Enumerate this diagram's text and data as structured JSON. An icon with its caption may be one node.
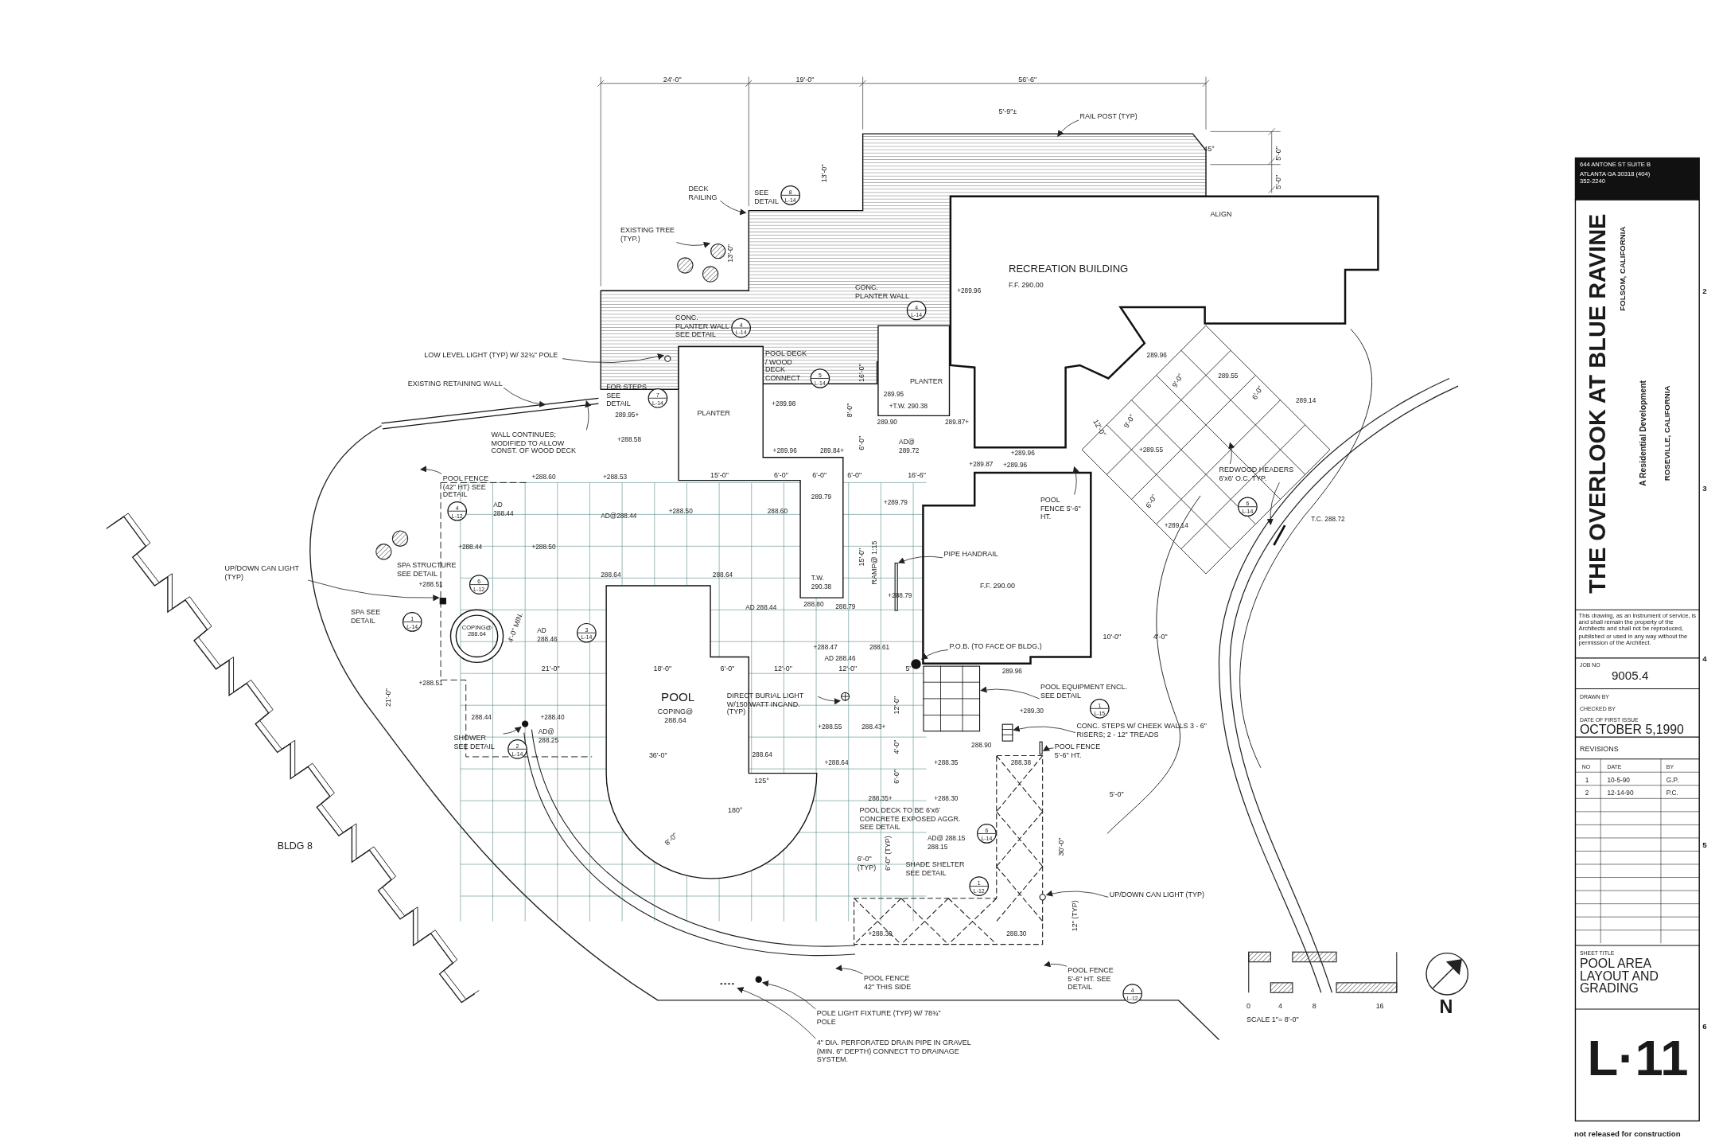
{
  "diagram": {
    "title": "THE OVERLOOK AT BLUE RAVINE",
    "nodes": [
      {
        "text": [
          "RECREATION BUILDING",
          "F.F. 290.00"
        ]
      },
      {
        "text": [
          "F.F. 290.00"
        ]
      },
      {
        "text": [
          "PLANTER"
        ]
      },
      {
        "text": [
          "PLANTER"
        ]
      },
      {
        "text": [
          "POOL",
          "COPING@ 288.64"
        ]
      },
      {
        "text": [
          "COPING@ 288.64"
        ]
      },
      {
        "text": [
          "8",
          "L-14"
        ]
      },
      {
        "text": [
          "4",
          "L-14"
        ],
        "in": 54
      },
      {
        "text": [
          "4",
          "L-14"
        ],
        "in": 54
      },
      {
        "text": [
          "5",
          "L-14"
        ],
        "in": 54
      },
      {
        "text": [
          "7",
          "L-14"
        ]
      },
      {
        "text": [
          "4",
          "L-12"
        ]
      },
      {
        "text": [
          "6",
          "L-12"
        ]
      },
      {
        "text": [
          "1",
          "L-14"
        ]
      },
      {
        "text": [
          "3",
          "L-14"
        ]
      },
      {
        "text": [
          "2",
          "L-14"
        ]
      },
      {
        "text": [
          "6",
          "L-14"
        ]
      },
      {
        "text": [
          "1",
          "L-12"
        ]
      },
      {
        "text": [
          "1",
          "L-15"
        ]
      },
      {
        "text": [
          "6",
          "L-14"
        ]
      },
      {
        "text": [
          "4",
          "L-12"
        ]
      },
      {
        "text": [
          "DECK RAILING"
        ]
      },
      {
        "text": [
          "EXISTING TREE (TYP.)"
        ]
      },
      {
        "text": [
          "RAIL POST (TYP)"
        ]
      },
      {
        "text": [
          "LOW LEVEL LIGHT (TYP) W/ 32¾\" POLE"
        ]
      },
      {
        "text": [
          "EXISTING RETAINING WALL"
        ]
      },
      {
        "text": [
          "WALL CONTINUES; MODIFIED TO ALLOW CONST. OF WOOD DECK"
        ]
      },
      {
        "text": [
          "POOL FENCE (42\" HT) SEE DETAIL"
        ]
      },
      {
        "text": [
          "UP/DOWN CAN LIGHT (TYP)"
        ]
      },
      {
        "text": [
          "DIRECT BURIAL LIGHT W/150 WATT INCAND. (TYP)"
        ]
      },
      {
        "text": [
          "SHOWER SEE DETAIL"
        ]
      },
      {
        "text": [
          "PIPE HANDRAIL"
        ],
        "in": 1
      },
      {
        "text": [
          "POOL FENCE 5'-6\" HT."
        ],
        "in": 1
      },
      {
        "text": [
          "P.O.B. (TO FACE OF BLDG.)"
        ],
        "in": 1
      },
      {
        "text": [
          "POOL EQUIPMENT ENCL. SEE DETAIL"
        ]
      },
      {
        "text": [
          "CONC. STEPS W/ CHEEK WALLS 3 - 6\" RISERS; 2 - 12\" TREADS"
        ]
      },
      {
        "text": [
          "POOL FENCE 5'-6\" HT."
        ]
      },
      {
        "text": [
          "UP/DOWN CAN LIGHT (TYP)"
        ]
      },
      {
        "text": [
          "POOL FENCE 42\" THIS SIDE"
        ]
      },
      {
        "text": [
          "POOL FENCE 5'-6\" HT. SEE DETAIL"
        ]
      },
      {
        "text": [
          "POLE LIGHT FIXTURE (TYP) W/ 78¾\" POLE"
        ]
      },
      {
        "text": [
          "4\" DIA. PERFORATED DRAIN PIPE IN GRAVEL (MIN. 6\" DEPTH) CONNECT TO DRAINAGE SYSTEM."
        ]
      },
      {
        "text": [
          "REDWOOD HEADERS 6'x6' O.C. TYP."
        ]
      },
      {
        "text": [],
        "shape": "circle"
      },
      {
        "text": [],
        "shape": "circle",
        "in": 54
      },
      {
        "text": [],
        "shape": "box"
      },
      {
        "text": [],
        "shape": "circle"
      },
      {
        "text": [],
        "shape": "circle"
      },
      {
        "text": [],
        "shape": "bar"
      },
      {
        "text": [],
        "shape": "circle"
      },
      {
        "text": [],
        "shape": "box"
      },
      {
        "text": [],
        "shape": "box"
      },
      {
        "text": [],
        "shape": "circle"
      },
      {
        "text": [],
        "shape": "circle"
      },
      {
        "text": [],
        "shape": "box"
      },
      {
        "text": [],
        "shape": "bar"
      },
      {
        "text": [],
        "shape": "bar"
      },
      {
        "text": [],
        "shape": "bar"
      },
      {
        "text": [],
        "shape": "bar"
      }
    ],
    "edges": [
      {
        "from": 21,
        "to": 54,
        "arrow": "to"
      },
      {
        "from": 22,
        "to": 43,
        "arrow": "to"
      },
      {
        "from": 23,
        "to": 54,
        "arrow": "to"
      },
      {
        "from": 24,
        "to": 44,
        "arrow": "to"
      },
      {
        "from": 25,
        "to": 55,
        "arrow": "to"
      },
      {
        "from": 26,
        "to": 55,
        "arrow": "to"
      },
      {
        "from": 27,
        "to": null,
        "arrow": "to"
      },
      {
        "from": 28,
        "to": 45,
        "arrow": "to"
      },
      {
        "from": 29,
        "to": 46,
        "arrow": "to"
      },
      {
        "from": 30,
        "to": 47,
        "arrow": "to"
      },
      {
        "from": 31,
        "to": 48,
        "arrow": "to"
      },
      {
        "from": 32,
        "to": null,
        "arrow": "to"
      },
      {
        "from": 33,
        "to": 49,
        "arrow": "to"
      },
      {
        "from": 34,
        "to": 50,
        "arrow": "to"
      },
      {
        "from": 35,
        "to": 51,
        "arrow": "to"
      },
      {
        "from": 36,
        "to": 56,
        "arrow": "to"
      },
      {
        "from": 37,
        "to": 52,
        "arrow": "to"
      },
      {
        "from": 38,
        "to": null,
        "arrow": "to"
      },
      {
        "from": 39,
        "to": null,
        "arrow": "to"
      },
      {
        "from": 40,
        "to": 53,
        "arrow": "to"
      },
      {
        "from": 41,
        "to": 57,
        "arrow": "to"
      },
      {
        "from": 42,
        "to": null,
        "arrow": "to"
      },
      {
        "from": 42,
        "to": 58,
        "arrow": "to"
      }
    ],
    "labels": [
      "24'-0\"",
      "19'-0\"",
      "56'-6\"",
      "5'-9\"±",
      "45°",
      "5'-0\"",
      "5'-0\"",
      "SEE DETAIL",
      "13'-0\"",
      "13'-0\"",
      "ALIGN",
      "+289.96",
      "CONC. PLANTER WALL",
      "CONC. PLANTER WALL SEE DETAIL",
      "POOL DECK / WOOD DECK CONNECT",
      "FOR STEPS SEE DETAIL",
      "16'-0\"",
      "289.95",
      "+T.W. 290.38",
      "289.95+",
      "+289.98",
      "8'-0\"",
      "289.90",
      "289.87+",
      "AD@ 289.72",
      "+288.58",
      "6'-0\"",
      "+289.96",
      "289.84+",
      "+289.87",
      "+289.96",
      "+289.96",
      "+288.60",
      "+288.53",
      "15'-0\"",
      "6'-0\"",
      "6'-0\"",
      "6'-0\"",
      "16'-6\"",
      "AD 288.44",
      "AD@288.44",
      "+288.50",
      "288.60",
      "289.79",
      "+289.79",
      "+288.44",
      "+288.50",
      "15'-0\"",
      "RAMP@ 1:15",
      "T.W. 290.38",
      "288.80",
      "288.79",
      "+288.79",
      "SPA STRUCTURE SEE DETAIL",
      "+288.51",
      "288.64",
      "288.64",
      "AD 288.44",
      "SPA SEE DETAIL",
      "4'-0\" MIN.",
      "AD 288.46",
      "+288.47",
      "288.61",
      "AD 288.46",
      "+288.51",
      "21'-0\"",
      "18'-0\"",
      "6'-0\"",
      "12'-0\"",
      "12'-0\"",
      "5'",
      "21'-0\"",
      "288.44",
      "+288.40",
      "AD@ 288.25",
      "+288.55",
      "288.43+",
      "12'-0\"",
      "36'-0\"",
      "288.64",
      "+288.64",
      "+288.35",
      "288.38",
      "4'-0\"",
      "125°",
      "6'-0\"",
      "288.35+",
      "+288.30",
      "180°",
      "POOL DECK TO BE 6'x6' CONCRETE EXPOSED AGGR. SEE DETAIL",
      "8'-0\"",
      "AD@ 288.15 288.15",
      "5'-0\"",
      "30'-0\"",
      "6'-0\" (TYP)",
      "6'-0\" (TYP)",
      "SHADE SHELTER SEE DETAIL",
      "+288.30",
      "288.30",
      "12\" (TYP)",
      "289.96",
      "9'-0\"",
      "289.55",
      "6'-0\"",
      "289.14",
      "12'-0\"",
      "9'-0\"",
      "+289.55",
      "6'-0\"",
      "T.C. 288.72",
      "+289.14",
      "10'-0\"",
      "4'-0\"",
      "289.96",
      "+289.30",
      "288.90",
      "0",
      "4",
      "8",
      "16",
      "SCALE 1\"= 8'-0\"",
      "N",
      "BLDG 8",
      "2",
      "3",
      "4",
      "5",
      "6",
      "644 ANTONE ST SUITE B ATLANTA GA 30318 (404) 352-2240",
      "FOLSOM, CALIFORNIA",
      "A Residential Development",
      "ROSEVILLE, CALIFORNIA",
      "This drawing, as an instrument of service, is and shall remain the property of the Architects and shall not be reproduced, published or used in any way without the permission of the Architect.",
      "JOB NO",
      "9005.4",
      "DRAWN BY",
      "CHECKED BY",
      "DATE OF FIRST ISSUE",
      "OCTOBER 5,1990",
      "REVISIONS",
      "NO",
      "DATE",
      "BY",
      "1",
      "10-5-90",
      "G.P.",
      "2",
      "12-14-90",
      "P.C.",
      "SHEET TITLE",
      "POOL AREA LAYOUT AND GRADING",
      "L·11",
      "not released for construction"
    ]
  }
}
